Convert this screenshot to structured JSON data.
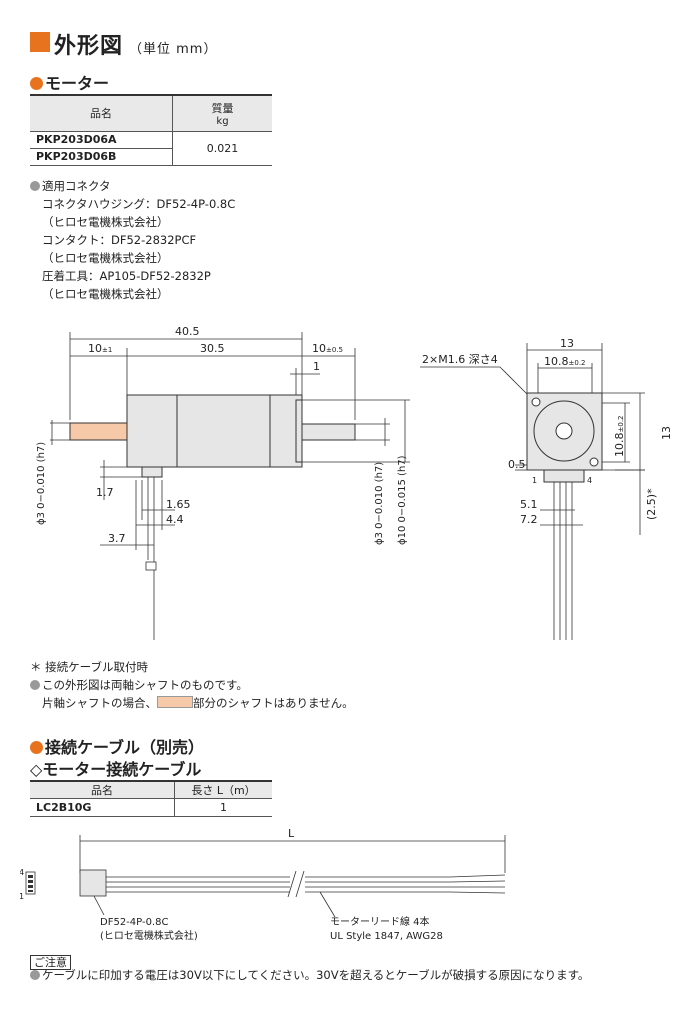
{
  "header": {
    "title": "外形図",
    "unit": "（単位 mm）"
  },
  "motor_section": {
    "heading": "モーター",
    "table": {
      "col_name": "品名",
      "col_mass_1": "質量",
      "col_mass_2": "kg",
      "models": [
        "PKP203D06A",
        "PKP203D06B"
      ],
      "mass": "0.021"
    },
    "connector_notes": [
      "適用コネクタ",
      "コネクタハウジング：DF52-4P-0.8C",
      "（ヒロセ電機株式会社）",
      "コンタクト：DF52-2832PCF",
      "（ヒロセ電機株式会社）",
      "圧着工具：AP105-DF52-2832P",
      "（ヒロセ電機株式会社）"
    ]
  },
  "drawing_side": {
    "dim_total": "40.5",
    "dim_left": "10",
    "dim_left_tol": "±1",
    "dim_body": "30.5",
    "dim_right": "10",
    "dim_right_tol": "±0.5",
    "dim_1": "1",
    "dim_shaft_left": "ϕ3  0−0.010 (h7)",
    "dim_17": "1.7",
    "dim_165": "1.65",
    "dim_44": "4.4",
    "dim_37": "3.7",
    "dim_shaft_right": "ϕ3  0−0.010 (h7)",
    "dim_boss": "ϕ10  0−0.015 (h7)"
  },
  "drawing_front": {
    "dim_13_top": "13",
    "dim_108": "10.8",
    "dim_108_tol": "±0.2",
    "screw": "2×M1.6 深さ4",
    "dim_108_v": "10.8",
    "dim_108_v_tol": "±0.2",
    "dim_13_v": "13",
    "dim_05": "0.5",
    "pin1": "1",
    "pin4": "4",
    "dim_51": "5.1",
    "dim_72": "7.2",
    "dim_25": "(2.5)*"
  },
  "drawing_notes": [
    "接続ケーブル取付時",
    "この外形図は両軸シャフトのものです。",
    "片軸シャフトの場合、",
    "部分のシャフトはありません。"
  ],
  "cable_section": {
    "heading": "接続ケーブル（別売）",
    "subheading": "◇モーター接続ケーブル",
    "table": {
      "col_name": "品名",
      "col_len": "長さ L（m）",
      "model": "LC2B10G",
      "length": "1"
    },
    "dim_L": "L",
    "pin4": "4",
    "pin1": "1",
    "connector_label_1": "DF52-4P-0.8C",
    "connector_label_2": "(ヒロセ電機株式会社)",
    "wire_label_1": "モーターリード線 4本",
    "wire_label_2": "UL Style 1847, AWG28"
  },
  "caution": {
    "label": "ご注意",
    "text": "ケーブルに印加する電圧は30V以下にしてください。30Vを超えるとケーブルが破損する原因になります。"
  }
}
